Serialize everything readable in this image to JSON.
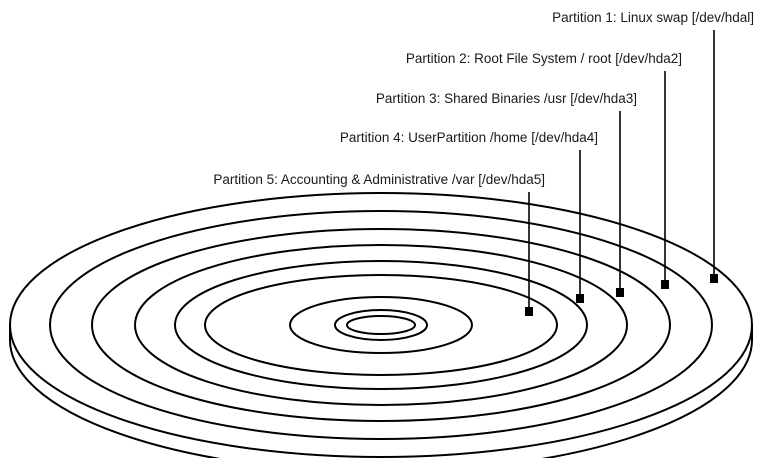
{
  "partitions": [
    {
      "label": "Partition 1: Linux swap [/dev/hdal]"
    },
    {
      "label": "Partition 2: Root File System / root [/dev/hda2]"
    },
    {
      "label": "Partition 3: Shared Binaries /usr [/dev/hda3]"
    },
    {
      "label": "Partition 4: UserPartition /home [/dev/hda4]"
    },
    {
      "label": "Partition 5: Accounting & Administrative /var [/dev/hda5]"
    }
  ],
  "colors": {
    "line": "#000000",
    "text": "#1a1a1a",
    "background": "#ffffff"
  }
}
